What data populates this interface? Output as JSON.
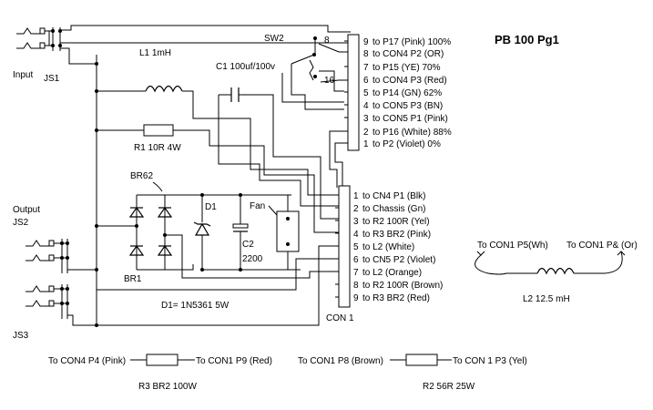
{
  "title": "PB 100  Pg1",
  "labels": {
    "input": "Input",
    "js1": "JS1",
    "output": "Output",
    "js2": "JS2",
    "js3": "JS3",
    "l1": "L1  1mH",
    "c1": "C1 100uf/100v",
    "r1": "R1 10R 4W",
    "sw2": "SW2",
    "sw2_pos8": "8",
    "sw2_pos16": "16",
    "br62": "BR62",
    "br1": "BR1",
    "d1": "D1",
    "fan": "Fan",
    "c2": "C2",
    "c2_val": "2200",
    "d1_note": "D1=   1N5361  5W",
    "con1": "CON 1"
  },
  "sw2_connector": [
    {
      "pin": "9",
      "label": "to P17 (Pink) 100%"
    },
    {
      "pin": "8",
      "label": "to CON4 P2 (OR)"
    },
    {
      "pin": "7",
      "label": "to P15 (YE) 70%"
    },
    {
      "pin": "6",
      "label": "to CON4 P3 (Red)"
    },
    {
      "pin": "5",
      "label": "to P14 (GN) 62%"
    },
    {
      "pin": "4",
      "label": "to CON5 P3 (BN)"
    },
    {
      "pin": "3",
      "label": "to CON5 P1 (Pink)"
    },
    {
      "pin": "2",
      "label": "to P16 (White) 88%"
    },
    {
      "pin": "1",
      "label": "to P2 (Violet) 0%"
    }
  ],
  "con1_connector": [
    {
      "pin": "1",
      "label": "to CN4 P1 (Blk)"
    },
    {
      "pin": "2",
      "label": "to Chassis (Gn)"
    },
    {
      "pin": "3",
      "label": "to R2 100R (Yel)"
    },
    {
      "pin": "4",
      "label": "to R3  BR2 (Pink)"
    },
    {
      "pin": "5",
      "label": "to L2  (White)"
    },
    {
      "pin": "6",
      "label": "to CN5 P2 (Violet)"
    },
    {
      "pin": "7",
      "label": "to L2 (Orange)"
    },
    {
      "pin": "8",
      "label": "to R2 100R (Brown)"
    },
    {
      "pin": "9",
      "label": "to R3 BR2 (Red)"
    }
  ],
  "l2": {
    "left": "To CON1 P5(Wh)",
    "right": "To CON1 P& (Or)",
    "name": "L2  12.5 mH"
  },
  "r3": {
    "left": "To CON4 P4 (Pink)",
    "right": "To CON1 P9 (Red)",
    "name": "R3 BR2 100W"
  },
  "r2": {
    "left": "To CON1 P8 (Brown)",
    "right": "To CON 1 P3 (Yel)",
    "name": "R2  56R  25W"
  }
}
